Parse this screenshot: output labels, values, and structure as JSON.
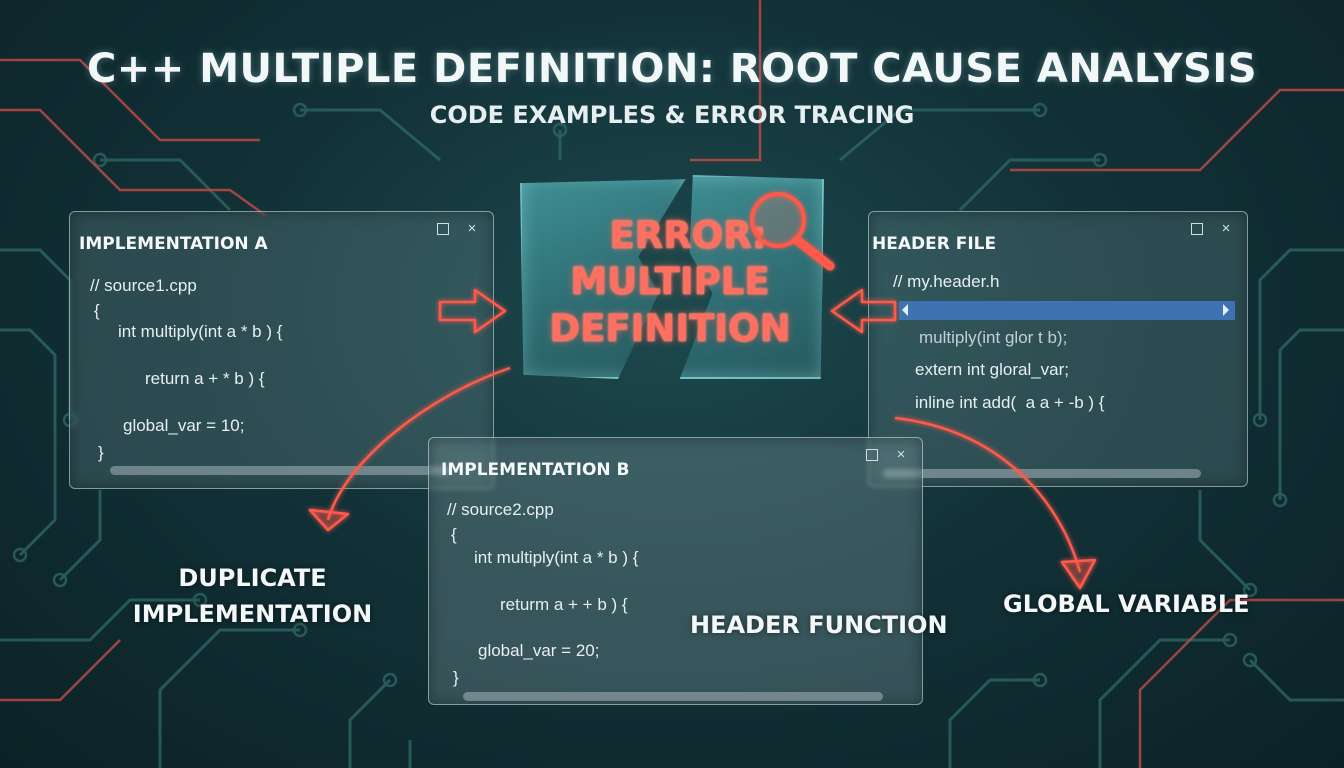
{
  "title": "C++ MULTIPLE DEFINITION: ROOT CAUSE ANALYSIS",
  "subtitle": "CODE EXAMPLES & ERROR TRACING",
  "error": {
    "line1": "ERROR:",
    "line2": "MULTIPLE",
    "line3": "DEFINITION"
  },
  "panels": {
    "impl_a": {
      "title": "IMPLEMENTATION A",
      "lines": [
        "// source1.cpp",
        "{",
        "int multiply(int a * b ) {",
        "return a + * b ) {",
        "global_var = 10;",
        "}"
      ]
    },
    "header": {
      "title": "HEADER FILE",
      "lines": [
        "// my.header.h",
        "multiply(int glor t b);",
        "extern int gloral_var;",
        "inline int add(  a a + -b ) {"
      ]
    },
    "impl_b": {
      "title": "IMPLEMENTATION B",
      "lines": [
        "// source2.cpp",
        "{",
        "int multiply(int a * b ) {",
        "returm a + + b ) {",
        "global_var = 20;",
        "}"
      ]
    }
  },
  "labels": {
    "duplicate_line1": "DUPLICATE",
    "duplicate_line2": "IMPLEMENTATION",
    "header_function": "HEADER FUNCTION",
    "global_variable": "GLOBAL VARIABLE"
  },
  "window_buttons": {
    "maximize": "maximize-icon",
    "close": "×"
  },
  "colors": {
    "background": "#123238",
    "circuit": "#2f6a66",
    "accent_red": "#ff5a4a",
    "error_glow": "#6edce1",
    "selection": "#3d73b3"
  }
}
